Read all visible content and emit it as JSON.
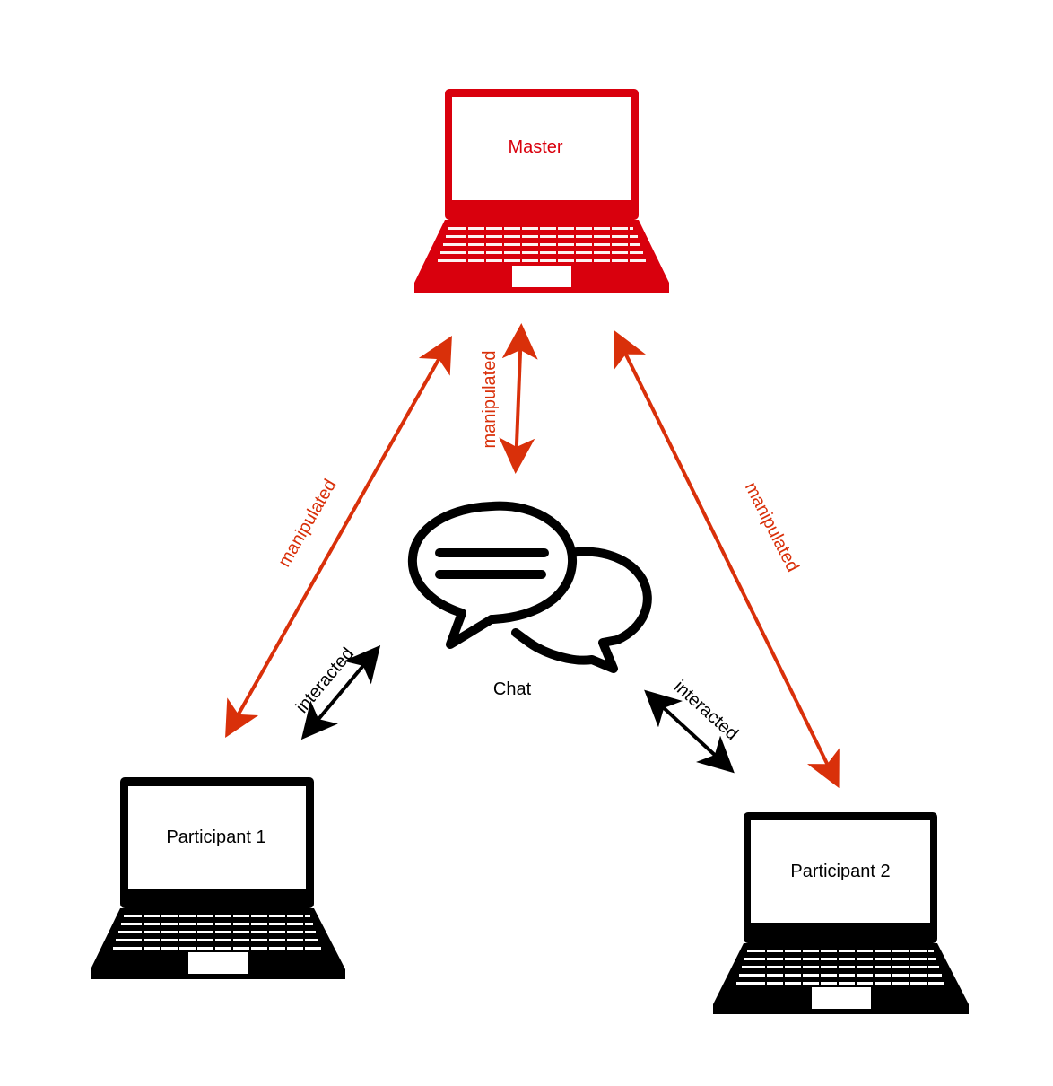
{
  "colors": {
    "master": "#d9000d",
    "participant": "#000000",
    "manipulated_arrow": "#d9300a",
    "interacted_arrow": "#000000",
    "screen": "#ffffff"
  },
  "nodes": {
    "master": {
      "label": "Master",
      "icon": "laptop-icon"
    },
    "participant1": {
      "label": "Participant 1",
      "icon": "laptop-icon"
    },
    "participant2": {
      "label": "Participant 2",
      "icon": "laptop-icon"
    },
    "chat": {
      "label": "Chat",
      "icon": "chat-bubbles-icon"
    }
  },
  "edges": {
    "master_participant1": {
      "label": "manipulated",
      "type": "bidirectional"
    },
    "master_chat": {
      "label": "manipulated",
      "type": "bidirectional"
    },
    "master_participant2": {
      "label": "manipulated",
      "type": "bidirectional"
    },
    "participant1_chat": {
      "label": "interacted",
      "type": "bidirectional"
    },
    "chat_participant2": {
      "label": "interacted",
      "type": "bidirectional"
    }
  }
}
